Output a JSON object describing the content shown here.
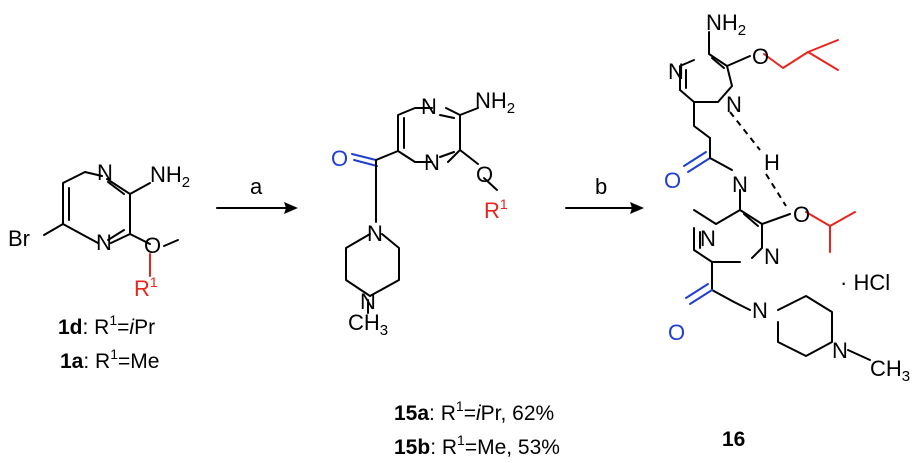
{
  "atoms": {
    "N": "N",
    "NH2": "NH",
    "two": "2",
    "O": "O",
    "Br": "Br",
    "R": "R",
    "one": "1",
    "CH3": "CH",
    "three": "3",
    "H": "H",
    "NH": "N",
    "HCl": "· HCl"
  },
  "reagents": {
    "a": "a",
    "b": "b"
  },
  "compounds": {
    "c1d": {
      "id": "1d",
      "pre": ": R",
      "sup": "1",
      "eq": "=",
      "it": "i",
      "post": "Pr"
    },
    "c1a": {
      "id": "1a",
      "pre": ": R",
      "sup": "1",
      "eq": "=Me"
    },
    "c15a": {
      "id": "15a",
      "pre": ": R",
      "sup": "1",
      "eq": "=",
      "it": "i",
      "post": "Pr, 62%"
    },
    "c15b": {
      "id": "15b",
      "pre": ": R",
      "sup": "1",
      "eq": "=Me, 53%"
    },
    "c16": {
      "id": "16"
    }
  },
  "colors": {
    "bonds": "#000000",
    "substituent_red": "#e8251d",
    "carbonyl_blue": "#1f3fd1"
  }
}
